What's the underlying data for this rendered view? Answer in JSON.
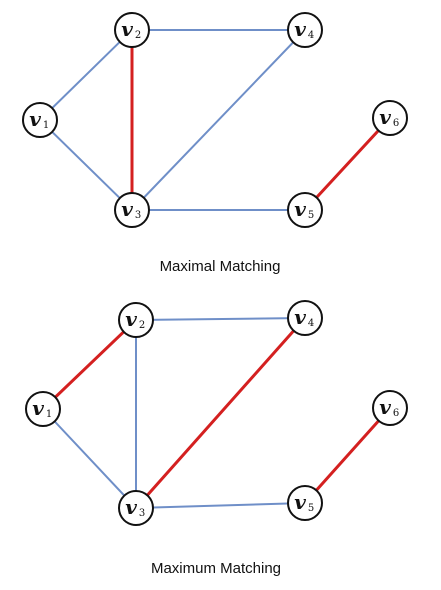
{
  "colors": {
    "edge": "#6f8fc8",
    "matched_edge": "#d42020",
    "node_stroke": "#111111"
  },
  "node_symbol": "v",
  "diagrams": [
    {
      "caption": "Maximal Matching",
      "nodes": [
        {
          "id": "v1",
          "sub": "1"
        },
        {
          "id": "v2",
          "sub": "2"
        },
        {
          "id": "v3",
          "sub": "3"
        },
        {
          "id": "v4",
          "sub": "4"
        },
        {
          "id": "v5",
          "sub": "5"
        },
        {
          "id": "v6",
          "sub": "6"
        }
      ],
      "edges": [
        {
          "from": "v1",
          "to": "v2",
          "matched": false
        },
        {
          "from": "v1",
          "to": "v3",
          "matched": false
        },
        {
          "from": "v2",
          "to": "v3",
          "matched": true
        },
        {
          "from": "v2",
          "to": "v4",
          "matched": false
        },
        {
          "from": "v3",
          "to": "v4",
          "matched": false
        },
        {
          "from": "v3",
          "to": "v5",
          "matched": false
        },
        {
          "from": "v5",
          "to": "v6",
          "matched": true
        }
      ]
    },
    {
      "caption": "Maximum Matching",
      "nodes": [
        {
          "id": "v1",
          "sub": "1"
        },
        {
          "id": "v2",
          "sub": "2"
        },
        {
          "id": "v3",
          "sub": "3"
        },
        {
          "id": "v4",
          "sub": "4"
        },
        {
          "id": "v5",
          "sub": "5"
        },
        {
          "id": "v6",
          "sub": "6"
        }
      ],
      "edges": [
        {
          "from": "v1",
          "to": "v2",
          "matched": true
        },
        {
          "from": "v1",
          "to": "v3",
          "matched": false
        },
        {
          "from": "v2",
          "to": "v3",
          "matched": false
        },
        {
          "from": "v2",
          "to": "v4",
          "matched": false
        },
        {
          "from": "v3",
          "to": "v4",
          "matched": true
        },
        {
          "from": "v3",
          "to": "v5",
          "matched": false
        },
        {
          "from": "v5",
          "to": "v6",
          "matched": true
        }
      ]
    }
  ]
}
